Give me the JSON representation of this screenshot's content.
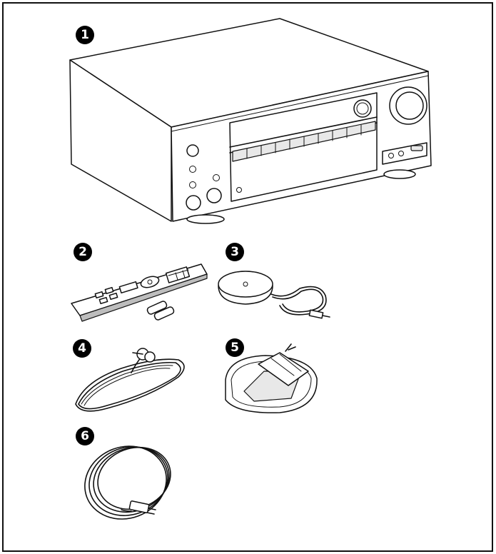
{
  "items": [
    {
      "number": "1",
      "icon": "av-receiver-icon"
    },
    {
      "number": "2",
      "icon": "remote-control-with-batteries-icon"
    },
    {
      "number": "3",
      "icon": "speaker-setup-microphone-icon"
    },
    {
      "number": "4",
      "icon": "fm-antenna-icon"
    },
    {
      "number": "5",
      "icon": "am-loop-antenna-icon"
    },
    {
      "number": "6",
      "icon": "power-cord-icon"
    }
  ],
  "colors": {
    "line": "#111111",
    "badge": "#000000",
    "background": "#ffffff"
  }
}
